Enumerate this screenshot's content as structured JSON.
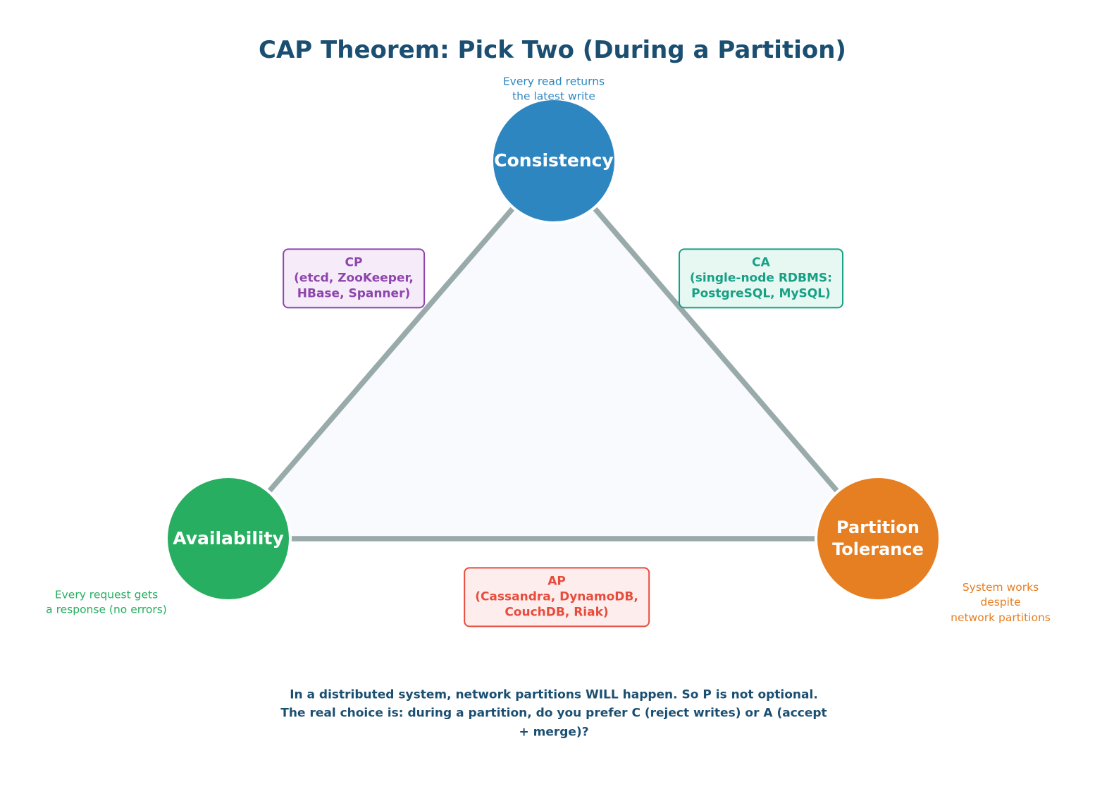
{
  "diagram": {
    "title": "CAP Theorem: Pick Two (During a Partition)",
    "nodes": {
      "consistency": {
        "label": "Consistency",
        "note": "Every read returns\nthe latest write",
        "color": "#2e86c1"
      },
      "availability": {
        "label": "Availability",
        "note": "Every request gets\na response (no errors)",
        "color": "#27ae60"
      },
      "partition": {
        "label": "Partition\nTolerance",
        "note": "System works despite\nnetwork partitions",
        "color": "#e67e22"
      }
    },
    "edges": {
      "cp": {
        "label": "CP\n(etcd, ZooKeeper,\nHBase, Spanner)",
        "color": "#8e44ad"
      },
      "ca": {
        "label": "CA\n(single-node RDBMS:\nPostgreSQL, MySQL)",
        "color": "#16a085"
      },
      "ap": {
        "label": "AP\n(Cassandra, DynamoDB,\nCouchDB, Riak)",
        "color": "#e74c3c"
      }
    },
    "triangle": {
      "fill_color": "#f8fafd",
      "edge_color": "#99aaab"
    },
    "footnote": "In a distributed system, network partitions WILL happen. So P is not optional.\nThe real choice is: during a partition, do you prefer C (reject writes) or A (accept + merge)?"
  }
}
